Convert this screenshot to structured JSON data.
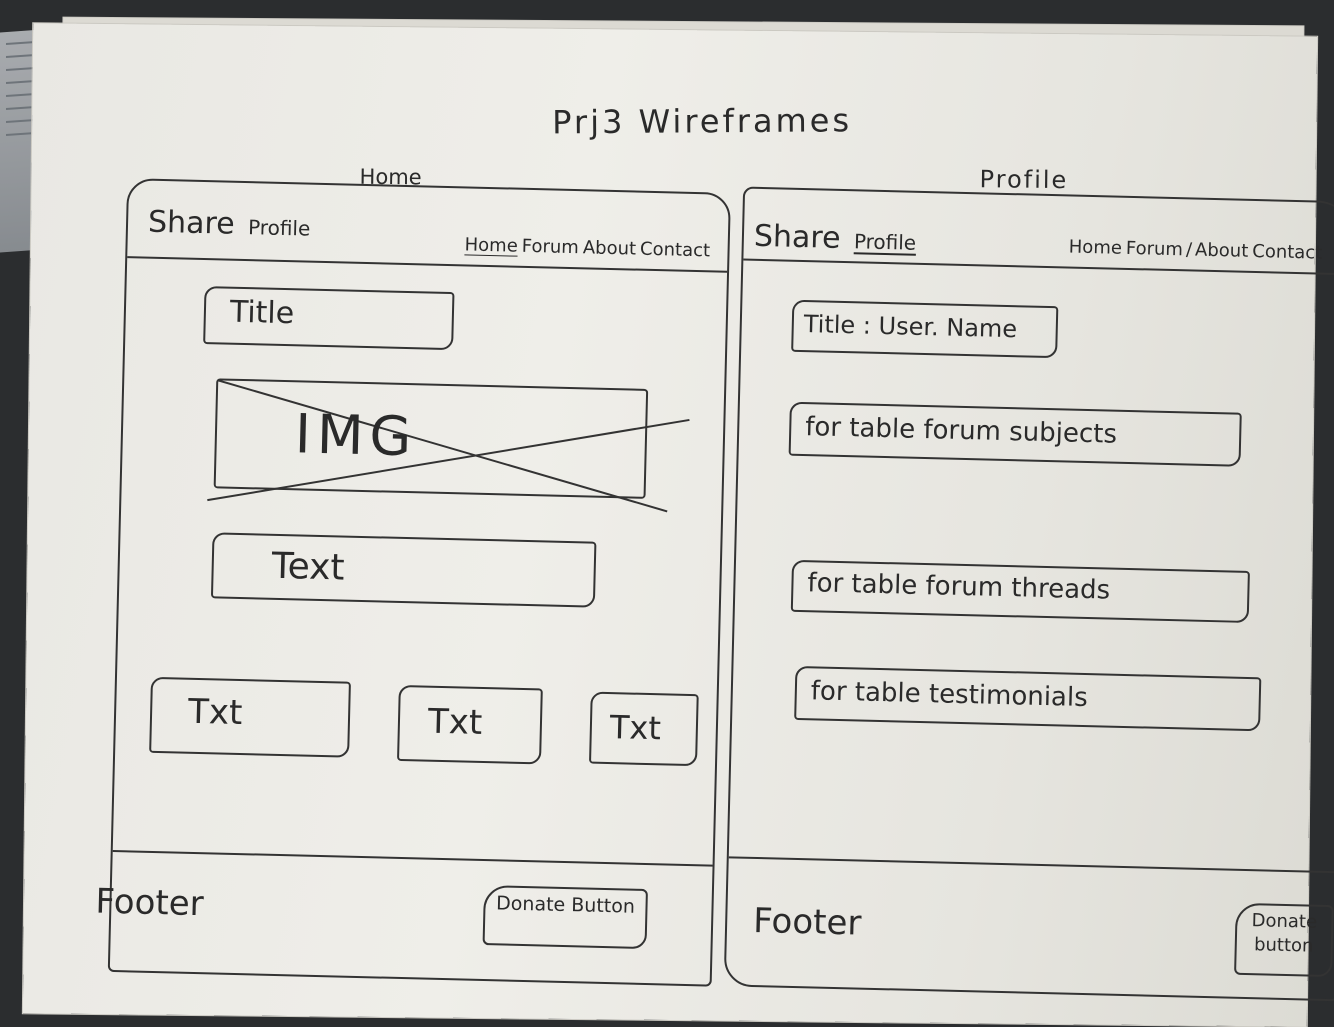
{
  "sheet_title": "Prj3 Wireframes",
  "home": {
    "label": "Home",
    "brand": "Share",
    "brand_sub": "Profile",
    "nav": [
      "Home",
      "Forum",
      "About",
      "Contact"
    ],
    "title_box": "Title",
    "image_box": "IMG",
    "text_box": "Text",
    "small_boxes": [
      "Txt",
      "Txt",
      "Txt"
    ],
    "footer": "Footer",
    "donate": "Donate Button"
  },
  "profile": {
    "label": "Profile",
    "brand": "Share",
    "brand_sub": "Profile",
    "nav": [
      "Home",
      "Forum",
      "About",
      "Contact"
    ],
    "title_box": "Title : User. Name",
    "boxes": [
      "for table forum subjects",
      "for table forum threads",
      "for table testimonials"
    ],
    "footer": "Footer",
    "donate": "Donate button"
  }
}
